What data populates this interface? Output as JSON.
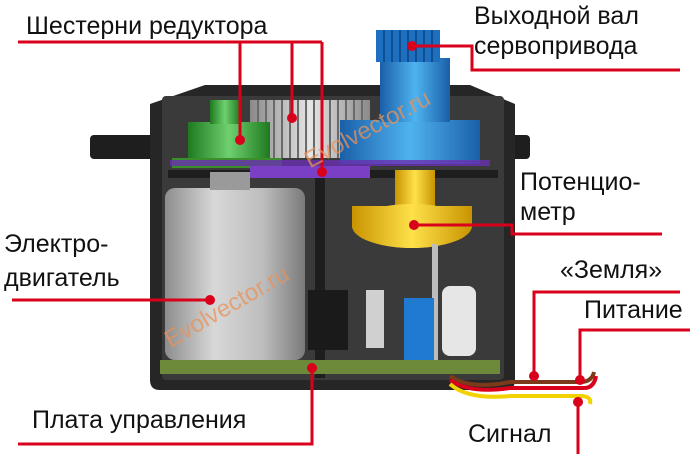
{
  "labels": {
    "gears": "Шестерни редуктора",
    "output_shaft_1": "Выходной вал",
    "output_shaft_2": "сервопривода",
    "pot_1": "Потенцио-",
    "pot_2": "метр",
    "motor_1": "Электро-",
    "motor_2": "двигатель",
    "ground": "«Земля»",
    "power": "Питание",
    "board": "Плата управления",
    "signal": "Сигнал"
  },
  "watermarks": [
    "Evolvector.ru",
    "Evolvector.ru"
  ],
  "colors": {
    "leader": "#d8001b",
    "housing": "#2b2b2b",
    "gear_green": "#3aa53a",
    "gear_blue": "#2f8fd8",
    "gear_yellow": "#f2c200",
    "gear_purple": "#7a3fc4",
    "motor": "#b8b8b8",
    "board": "#6c8a3a",
    "wire_ground": "#7a3b1a",
    "wire_power": "#d8001b",
    "wire_signal": "#f2d200"
  },
  "icons": [
    "leader-dot"
  ]
}
